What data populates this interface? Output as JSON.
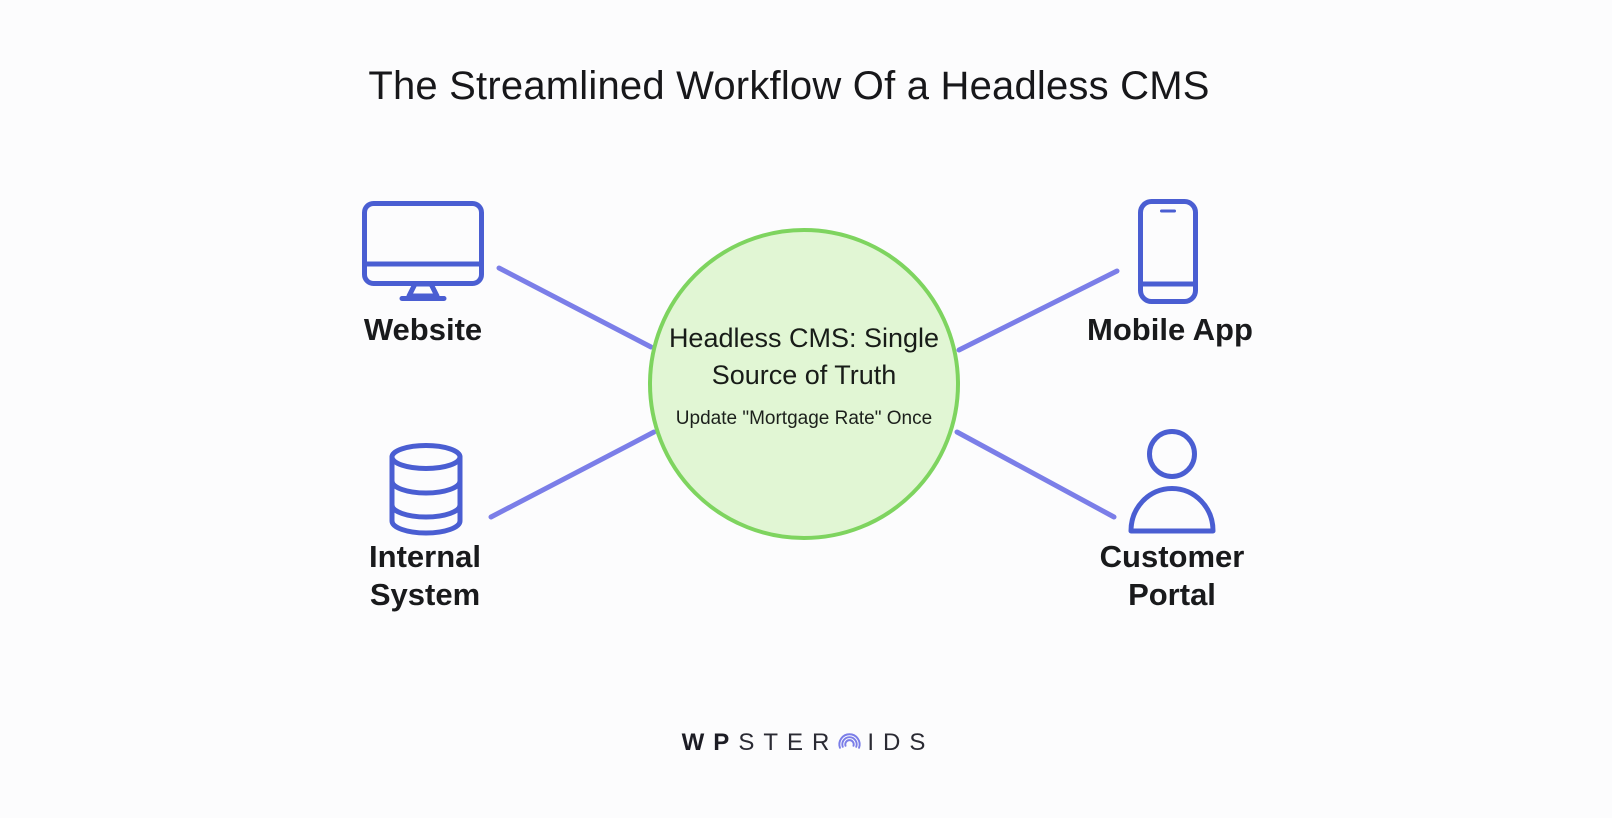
{
  "title": "The Streamlined Workflow Of a Headless CMS",
  "center": {
    "heading_line1": "Headless CMS: Single",
    "heading_line2": "Source of Truth",
    "subtext": "Update \"Mortgage Rate\" Once"
  },
  "nodes": [
    {
      "id": "website",
      "label": "Website",
      "icon": "monitor-icon"
    },
    {
      "id": "mobile-app",
      "label": "Mobile App",
      "icon": "smartphone-icon"
    },
    {
      "id": "internal-system",
      "label": "Internal System",
      "icon": "database-icon"
    },
    {
      "id": "customer-portal",
      "label": "Customer Portal",
      "icon": "user-icon"
    }
  ],
  "logo": {
    "bold_part": "WP",
    "mid_part": "STER",
    "end_part": "IDS",
    "mark": "concentric-arcs-icon"
  },
  "colors": {
    "bg": "#fcfcfd",
    "ink": "#17171a",
    "icon_blue": "#4a5ed2",
    "line_purple": "#7b7ee8",
    "green_border": "#7ed45f",
    "green_fill": "#e1f6d4",
    "logo_dark": "#1c1c24"
  }
}
